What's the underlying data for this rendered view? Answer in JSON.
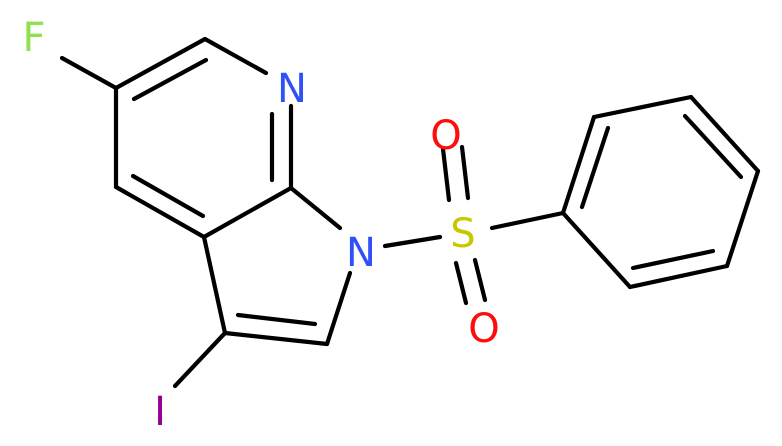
{
  "molecule": {
    "atoms": {
      "fluorine": {
        "label": "F",
        "color": "#90e050"
      },
      "pyridine_nitrogen": {
        "label": "N",
        "color": "#3050f8"
      },
      "pyrrole_nitrogen": {
        "label": "N",
        "color": "#3050f8"
      },
      "sulfur": {
        "label": "S",
        "color": "#c8c800"
      },
      "oxygen_top": {
        "label": "O",
        "color": "#ff0d0d"
      },
      "oxygen_bottom": {
        "label": "O",
        "color": "#ff0d0d"
      },
      "iodine": {
        "label": "I",
        "color": "#940094"
      }
    },
    "bond_color": "#000000"
  }
}
